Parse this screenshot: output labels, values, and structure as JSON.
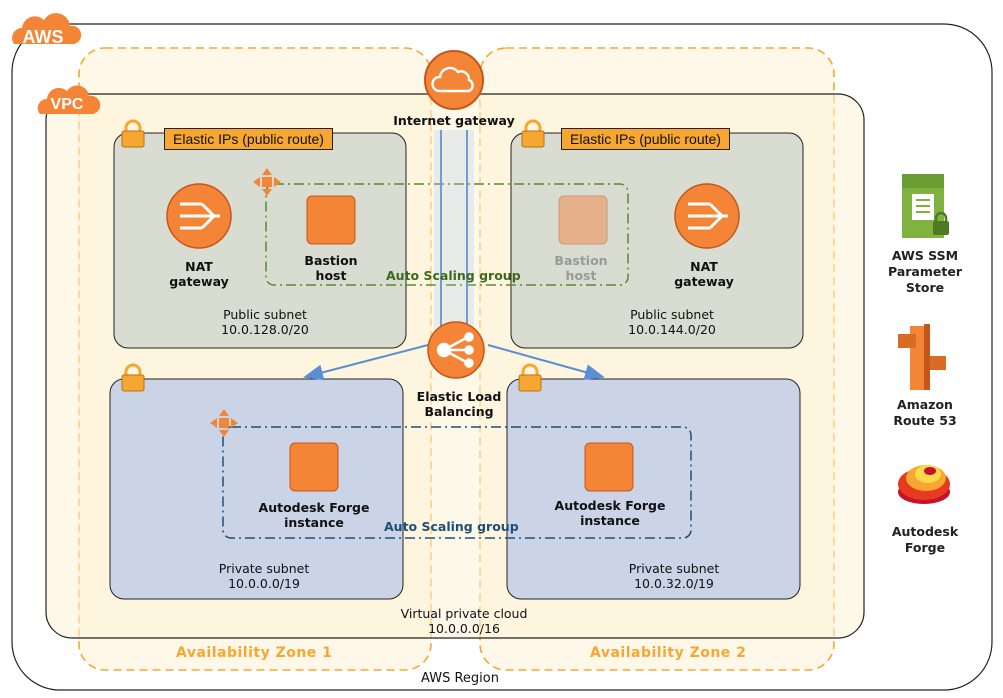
{
  "region": {
    "tag": "AWS",
    "label": "AWS Region"
  },
  "vpc": {
    "tag": "VPC",
    "label_line1": "Virtual private cloud",
    "label_line2": "10.0.0.0/16"
  },
  "zones": [
    {
      "label": "Availability Zone 1"
    },
    {
      "label": "Availability Zone 2"
    }
  ],
  "internet_gateway": {
    "label": "Internet gateway",
    "icon": "cloud-icon"
  },
  "public_subnets": [
    {
      "eip_label": "Elastic IPs (public route)",
      "label_line1": "Public subnet",
      "label_line2": "10.0.128.0/20",
      "nat_line1": "NAT",
      "nat_line2": "gateway",
      "bastion_line1": "Bastion",
      "bastion_line2": "host"
    },
    {
      "eip_label": "Elastic IPs (public route)",
      "label_line1": "Public subnet",
      "label_line2": "10.0.144.0/20",
      "nat_line1": "NAT",
      "nat_line2": "gateway",
      "bastion_line1": "Bastion",
      "bastion_line2": "host"
    }
  ],
  "public_asg_label": "Auto Scaling group",
  "elb": {
    "label_line1": "Elastic Load",
    "label_line2": "Balancing"
  },
  "private_subnets": [
    {
      "label_line1": "Private subnet",
      "label_line2": "10.0.0.0/19",
      "instance_line1": "Autodesk Forge",
      "instance_line2": "instance"
    },
    {
      "label_line1": "Private subnet",
      "label_line2": "10.0.32.0/19",
      "instance_line1": "Autodesk Forge",
      "instance_line2": "instance"
    }
  ],
  "private_asg_label": "Auto Scaling group",
  "services": [
    {
      "line1": "AWS SSM",
      "line2": "Parameter",
      "line3": "Store",
      "icon": "ssm-parameter-store-icon"
    },
    {
      "line1": "Amazon",
      "line2": "Route 53",
      "icon": "route53-icon"
    },
    {
      "line1": "Autodesk",
      "line2": "Forge",
      "icon": "autodesk-forge-icon"
    }
  ],
  "colors": {
    "aws_orange": "#f7a731",
    "public_subnet": "#d9dcd1",
    "private_subnet": "#cbd3e6",
    "public_asg": "#5b8a32",
    "private_asg": "#1f4e79",
    "instance": "#f58536"
  }
}
